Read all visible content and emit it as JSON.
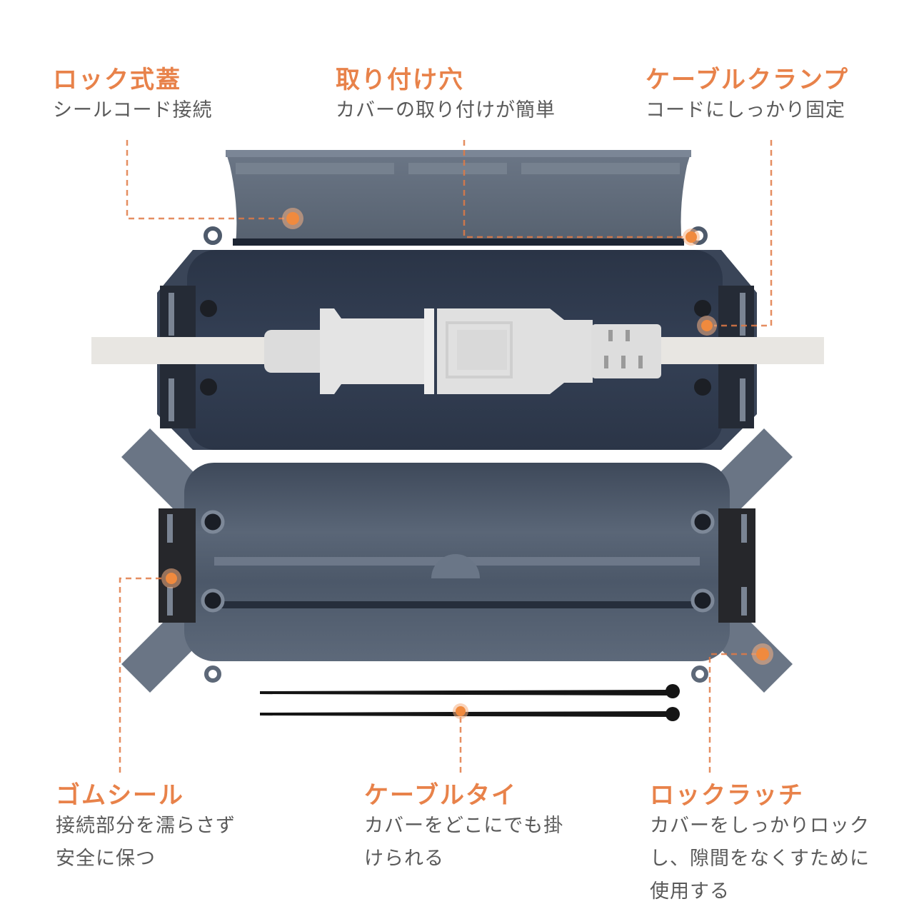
{
  "product": {
    "name": "cable-connector-cover-box",
    "colors": {
      "accent": "#e8824a",
      "leader_line": "#e07a45",
      "box_body": "#4e5a6b",
      "box_interior": "#2f3a4c",
      "lid": "#5e6a7b",
      "seal_rubber": "#1e1e22",
      "plug_white": "#e6e6e6",
      "cable_tie": "#151515",
      "text_dark": "#5a5a5a"
    }
  },
  "callouts": [
    {
      "id": "lock-lid",
      "title": "ロック式蓋",
      "desc": [
        "シールコード接続"
      ]
    },
    {
      "id": "mounting-hole",
      "title": "取り付け穴",
      "desc": [
        "カバーの取り付けが簡単"
      ]
    },
    {
      "id": "cable-clamp",
      "title": "ケーブルクランプ",
      "desc": [
        "コードにしっかり固定"
      ]
    },
    {
      "id": "rubber-seal",
      "title": "ゴムシール",
      "desc": [
        "接続部分を濡らさず",
        "安全に保つ"
      ]
    },
    {
      "id": "cable-tie",
      "title": "ケーブルタイ",
      "desc": [
        "カバーをどこにでも掛",
        "けられる"
      ]
    },
    {
      "id": "lock-latch",
      "title": "ロックラッチ",
      "desc": [
        "カバーをしっかりロック",
        "し、隙間をなくすために",
        "使用する"
      ]
    }
  ],
  "icons": {
    "marker": "orange-dot-marker"
  }
}
